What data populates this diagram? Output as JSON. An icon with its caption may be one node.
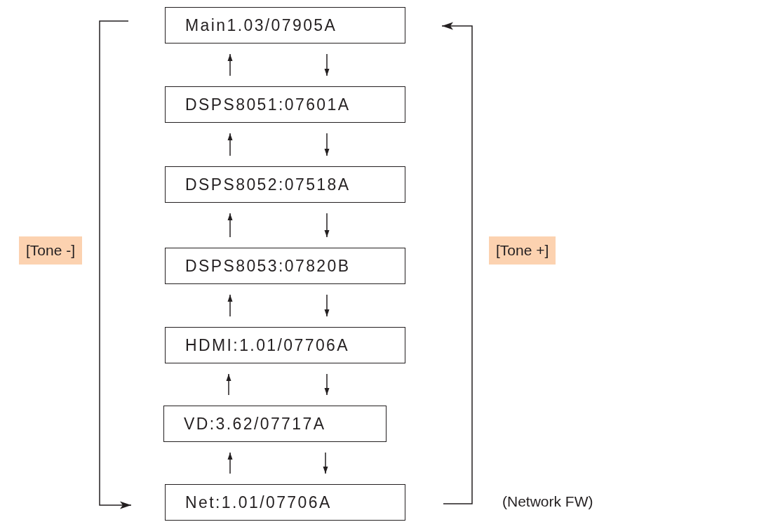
{
  "diagram": {
    "nodes": [
      {
        "text": [
          "Main1.03/07905A"
        ]
      },
      {
        "text": [
          "DSPS8051:07601A"
        ]
      },
      {
        "text": [
          "DSPS8052:07518A"
        ]
      },
      {
        "text": [
          "DSPS8053:07820B"
        ]
      },
      {
        "text": [
          "HDMI:1.01/07706A"
        ]
      },
      {
        "text": [
          "VD:3.62/07717A"
        ]
      },
      {
        "text": [
          "Net:1.01/07706A"
        ]
      }
    ],
    "labels": [
      "(Network FW)"
    ],
    "edges": [
      {
        "from": 0,
        "to": 1,
        "arrow": "to"
      },
      {
        "from": 1,
        "to": 0,
        "arrow": "to"
      },
      {
        "from": 1,
        "to": 2,
        "arrow": "to"
      },
      {
        "from": 2,
        "to": 1,
        "arrow": "to"
      },
      {
        "from": 2,
        "to": 3,
        "arrow": "to"
      },
      {
        "from": 3,
        "to": 2,
        "arrow": "to"
      },
      {
        "from": 3,
        "to": 4,
        "arrow": "to"
      },
      {
        "from": 4,
        "to": 3,
        "arrow": "to"
      },
      {
        "from": 4,
        "to": 5,
        "arrow": "to"
      },
      {
        "from": 5,
        "to": 4,
        "arrow": "to"
      },
      {
        "from": 5,
        "to": 6,
        "arrow": "to"
      },
      {
        "from": 6,
        "to": 5,
        "arrow": "to"
      },
      {
        "from": 0,
        "to": 6,
        "arrow": "to",
        "label": "[Tone -]"
      },
      {
        "from": 6,
        "to": 0,
        "arrow": "to",
        "label": "[Tone +]"
      }
    ]
  }
}
